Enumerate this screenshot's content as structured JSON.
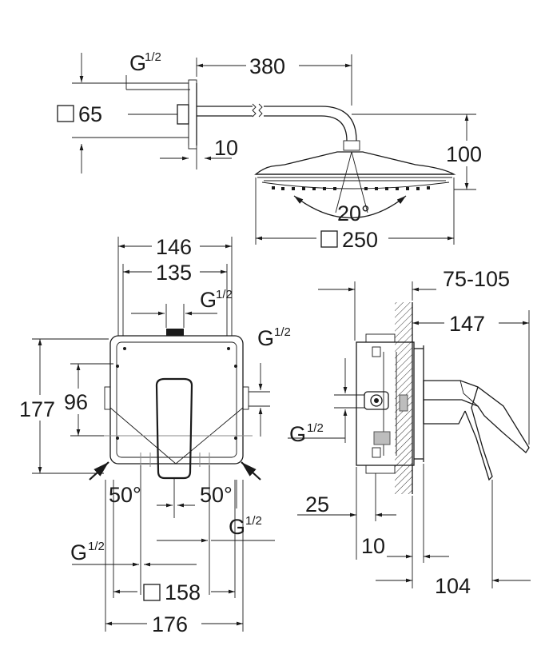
{
  "labels": {
    "arm_projection": "380",
    "flange_square": "65",
    "flange_thread": "G",
    "flange_thread_frac": "1/2",
    "wall_gap": "10",
    "head_height": "100",
    "tilt_angle": "20°",
    "head_square": "250",
    "body_width_outer": "146",
    "body_width_inner": "135",
    "top_outlet_thread": "G",
    "top_outlet_frac": "1/2",
    "side_outlet_thread": "G",
    "side_outlet_frac": "1/2",
    "body_height": "177",
    "outlet_spacing": "96",
    "angle_left": "50°",
    "angle_right": "50°",
    "bottom_right_thread": "G",
    "bottom_right_frac": "1/2",
    "bottom_left_thread": "G",
    "bottom_left_frac": "1/2",
    "plate_square": "158",
    "plate_width": "176",
    "install_depth_range": "75-105",
    "lever_projection": "147",
    "side_view_thread": "G",
    "side_view_frac": "1/2",
    "body_offset": "25",
    "plate_gap": "10",
    "total_projection": "104"
  }
}
